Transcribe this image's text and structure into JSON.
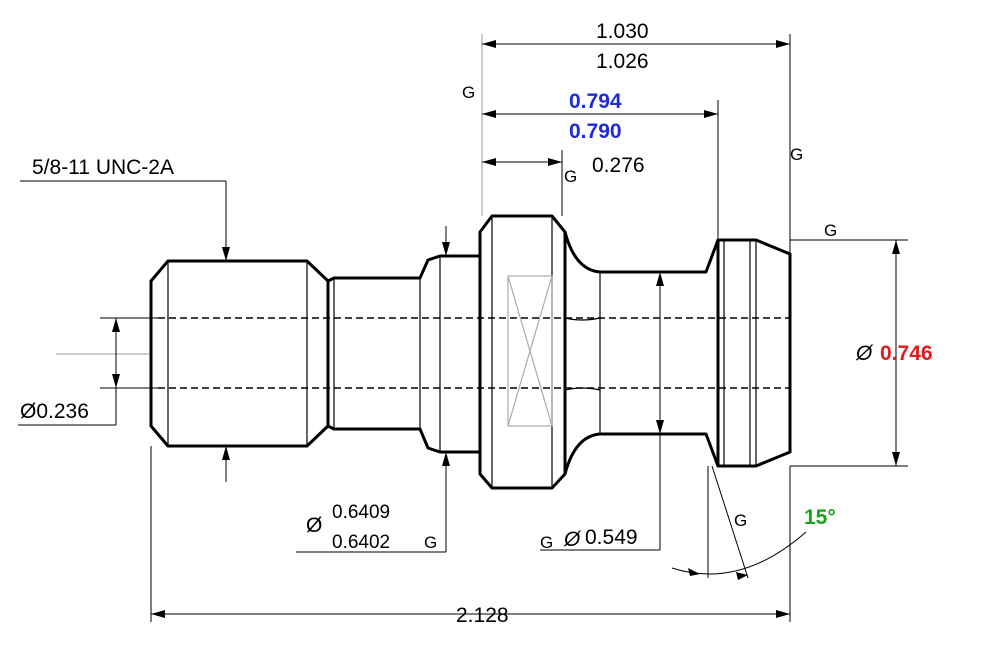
{
  "dimensions": {
    "overall_length": "2.128",
    "flange_to_end_max": "1.030",
    "flange_to_end_min": "1.026",
    "mid_length_max": "0.794",
    "mid_length_min": "0.790",
    "flange_width": "0.276",
    "thread": "5/8-11 UNC-2A",
    "bore_dia": "Ø0.236",
    "pilot_dia_prefix": "Ø",
    "pilot_dia_max": "0.6409",
    "pilot_dia_min": "0.6402",
    "neck_dia": "0.549",
    "head_dia": "0.746",
    "chamfer_angle": "15°",
    "ground_symbol": "G"
  },
  "colors": {
    "blue": "#1f2bd6",
    "red": "#e01b1b",
    "green": "#1aa31a",
    "black": "#000000"
  }
}
